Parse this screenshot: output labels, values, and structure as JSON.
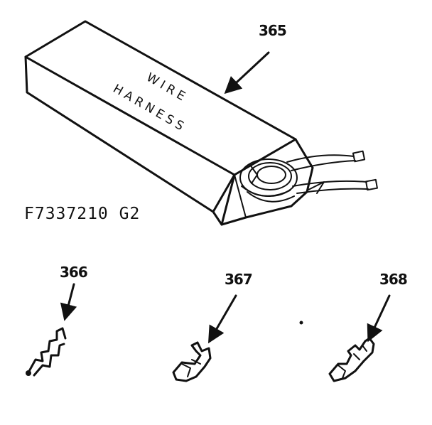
{
  "callouts": {
    "box": "365",
    "terminal_a": "366",
    "terminal_b": "367",
    "terminal_c": "368"
  },
  "box_label": {
    "line1": "WIRE",
    "line2": "HARNESS"
  },
  "part_number": "F7337210 G2"
}
